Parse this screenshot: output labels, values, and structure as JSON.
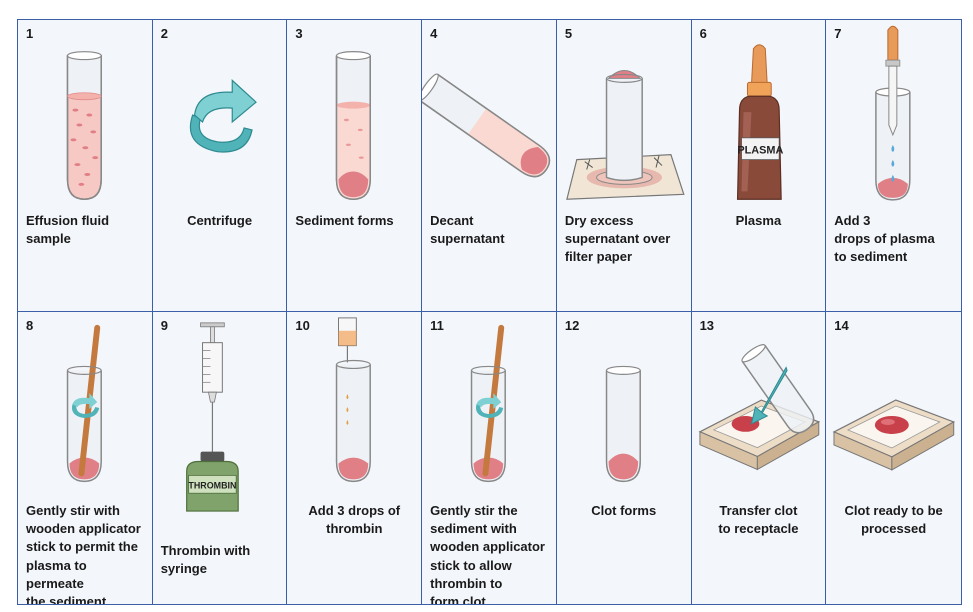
{
  "steps": [
    {
      "num": "1",
      "caption": "Effusion fluid\nsample"
    },
    {
      "num": "2",
      "caption": "Centrifuge"
    },
    {
      "num": "3",
      "caption": "Sediment forms"
    },
    {
      "num": "4",
      "caption": "Decant\nsupernatant"
    },
    {
      "num": "5",
      "caption": "Dry excess\nsupernatant over\nfilter paper"
    },
    {
      "num": "6",
      "caption": "Plasma",
      "label": "PLASMA"
    },
    {
      "num": "7",
      "caption": "Add 3\ndrops of plasma\nto sediment"
    },
    {
      "num": "8",
      "caption": "Gently stir with\nwooden applicator\nstick to permit the\nplasma to permeate\nthe sediment"
    },
    {
      "num": "9",
      "caption": "Thrombin with\nsyringe",
      "label": "THROMBIN"
    },
    {
      "num": "10",
      "caption": "Add 3 drops of\nthrombin"
    },
    {
      "num": "11",
      "caption": "Gently stir the\nsediment with\nwooden applicator\nstick to allow\nthrombin to\nform clot"
    },
    {
      "num": "12",
      "caption": "Clot forms"
    },
    {
      "num": "13",
      "caption": "Transfer clot\nto receptacle"
    },
    {
      "num": "14",
      "caption": "Clot ready to be\nprocessed"
    }
  ],
  "colors": {
    "border": "#3a5ea8",
    "fluid": "#f7c9c4",
    "sediment": "#e07f86",
    "arrow": "#4fb3b8",
    "stick": "#c47a3e",
    "plasma_bottle": "#8a4a3a",
    "thrombin_bottle": "#7fa36a",
    "dropper": "#e89a5a"
  }
}
